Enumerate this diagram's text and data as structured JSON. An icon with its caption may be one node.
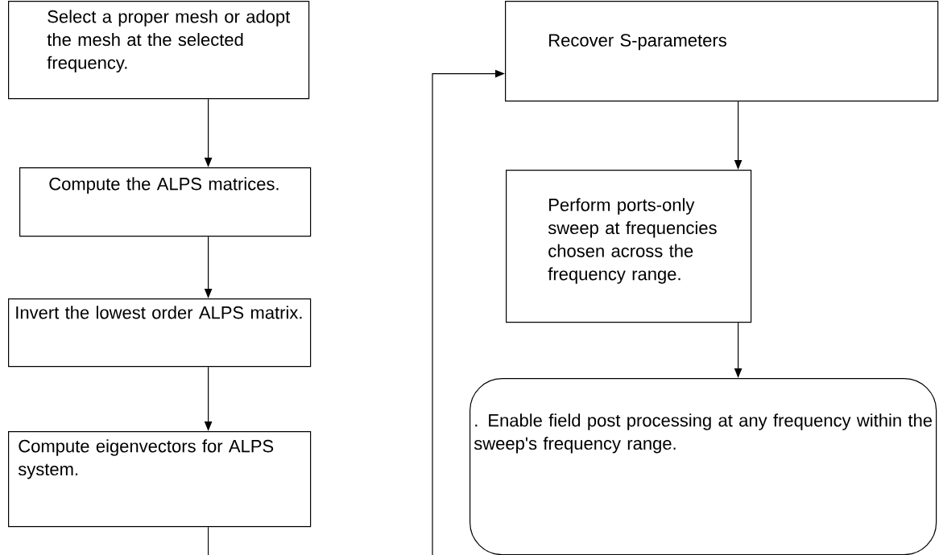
{
  "diagram": {
    "nodes": [
      {
        "text": [
          "Select a proper mesh or adopt the mesh at the selected frequency."
        ]
      },
      {
        "text": [
          "Compute the ALPS matrices."
        ]
      },
      {
        "text": [
          "Invert the lowest order ALPS matrix."
        ]
      },
      {
        "text": [
          "Compute eigenvectors for ALPS system."
        ]
      },
      {
        "text": [
          "Recover S-parameters"
        ]
      },
      {
        "text": [
          "Perform ports-only sweep at frequencies chosen across the frequency range."
        ]
      },
      {
        "text": [
          ". Enable field post processing at any frequency within the sweep's frequency range."
        ]
      }
    ],
    "edges": [
      {
        "from": 0,
        "to": 1,
        "arrow": "to"
      },
      {
        "from": 1,
        "to": 2,
        "arrow": "to"
      },
      {
        "from": 2,
        "to": 3,
        "arrow": "to"
      },
      {
        "from": 3,
        "to": null,
        "arrow": "none"
      },
      {
        "from": null,
        "to": 4,
        "arrow": "to"
      },
      {
        "from": 4,
        "to": 5,
        "arrow": "to"
      },
      {
        "from": 5,
        "to": 6,
        "arrow": "to"
      }
    ]
  }
}
